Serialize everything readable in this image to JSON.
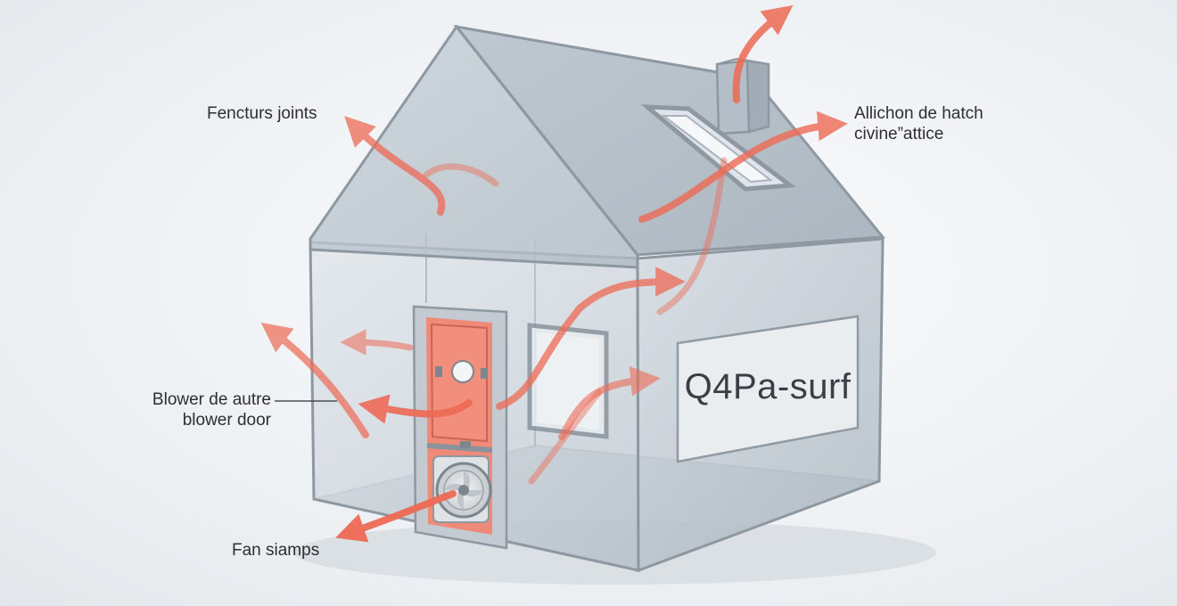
{
  "callouts": {
    "fencturs_joints": "Fencturs joints",
    "allichon_line1": "Allichon de hatch",
    "allichon_line2": "civine”attice",
    "blower_line1": "Blower de autre",
    "blower_line2": "blower door",
    "fan": "Fan siamps"
  },
  "sign": {
    "text": "Q4Pa-surf"
  },
  "colors": {
    "arrow": "#ee6a55",
    "door_panel": "#ef8a78",
    "frame": "#9aa2aa",
    "glass_wall": "#c9d3dc",
    "glass_roof": "#b9c4ce"
  },
  "icons": {
    "fan": "fan-icon",
    "airflow": "airflow-arrow-icon"
  }
}
